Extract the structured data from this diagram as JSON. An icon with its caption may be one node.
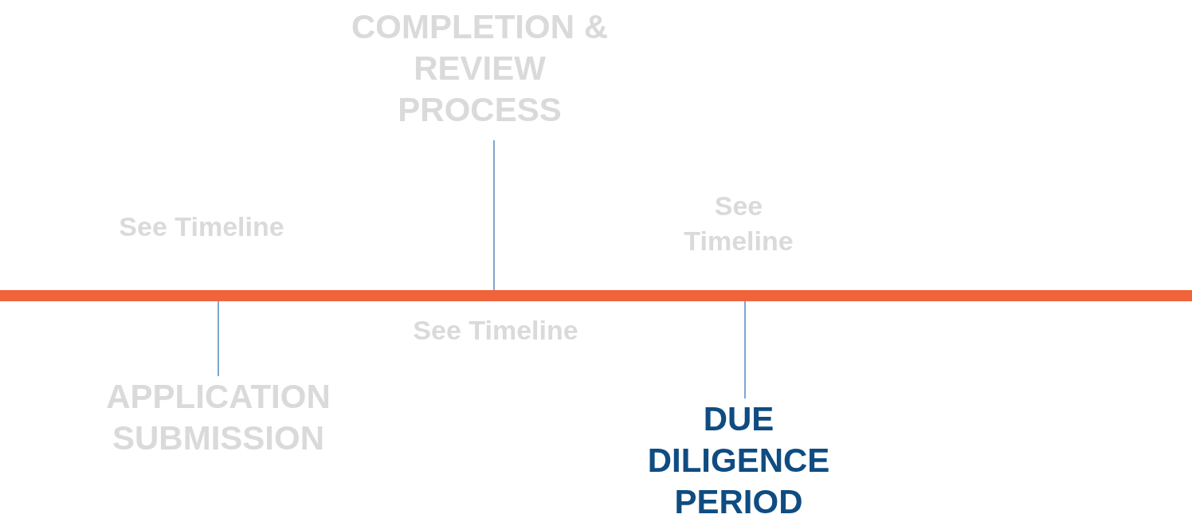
{
  "diagram": {
    "nodes": [
      {
        "text": [],
        "shape": "bar"
      },
      {
        "text": [
          "COMPLETION & REVIEW PROCESS"
        ]
      },
      {
        "text": [
          "APPLICATION SUBMISSION"
        ]
      },
      {
        "text": [
          "DUE DILIGENCE PERIOD"
        ]
      }
    ],
    "edges": [
      {
        "from": 1,
        "to": 0,
        "arrow": "none"
      },
      {
        "from": 0,
        "to": 2,
        "arrow": "none"
      },
      {
        "from": 0,
        "to": 3,
        "arrow": "none"
      }
    ],
    "labels": [
      "See Timeline",
      "See Timeline",
      "See Timeline"
    ]
  }
}
